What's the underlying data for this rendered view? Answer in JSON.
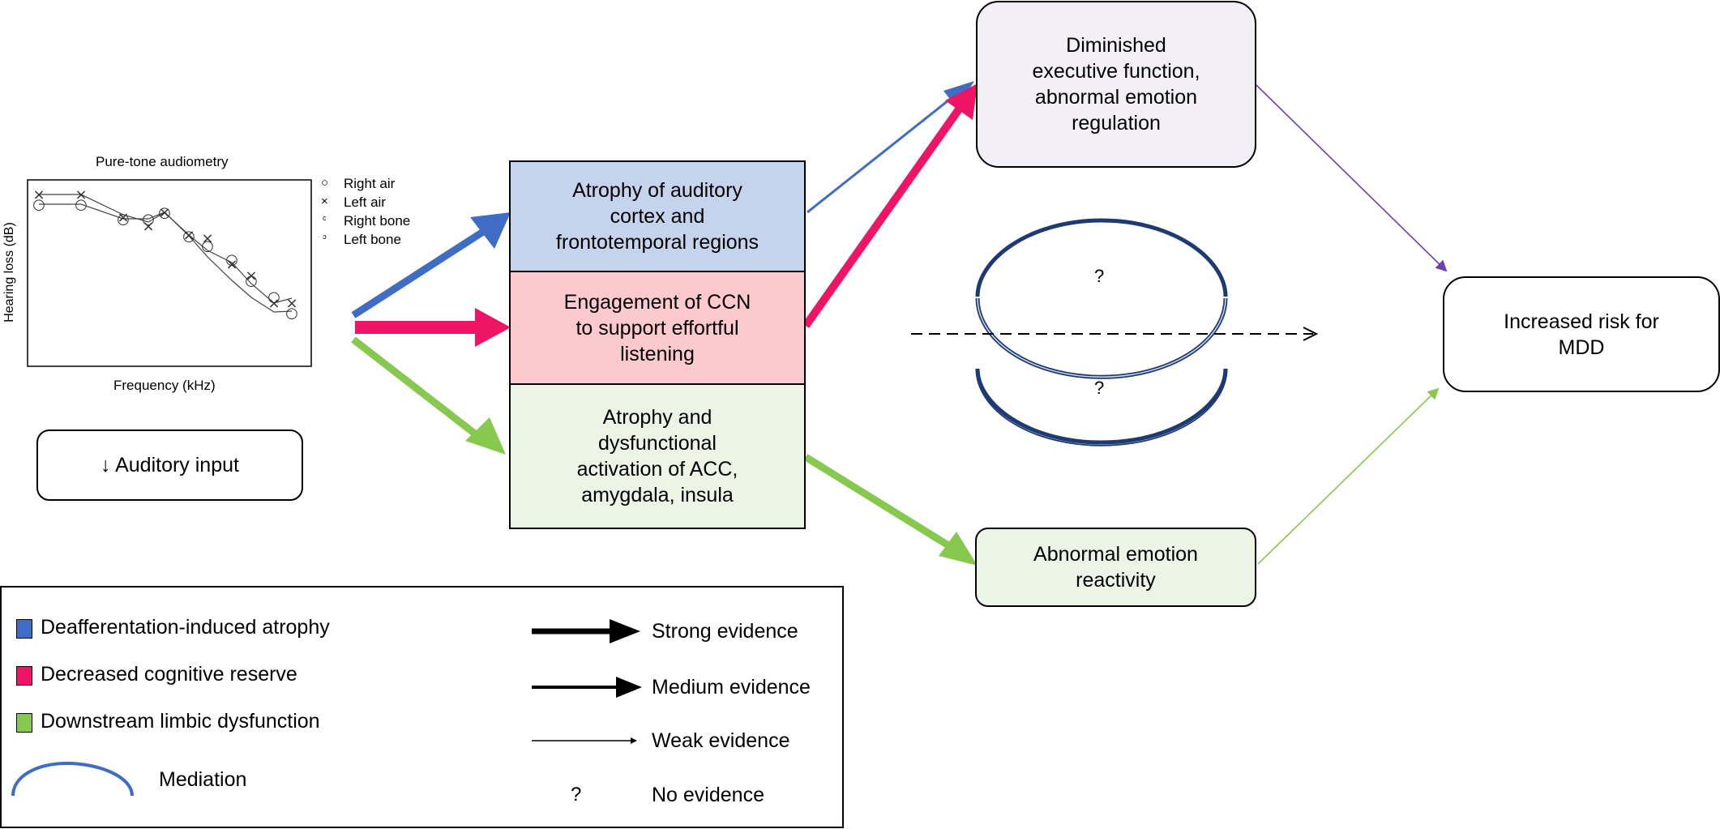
{
  "audiogram": {
    "title": "Pure-tone audiometry",
    "ylabel": "Hearing loss (dB)",
    "xlabel": "Frequency (kHz)",
    "legend": [
      {
        "marker": "○",
        "label": "Right air"
      },
      {
        "marker": "×",
        "label": "Left air"
      },
      {
        "marker": "ᶜ",
        "label": "Right bone"
      },
      {
        "marker": "ᵓ",
        "label": "Left bone"
      }
    ]
  },
  "input_box": {
    "label": "↓ Auditory input"
  },
  "mechanisms": {
    "atrophy": {
      "lines": [
        "Atrophy of auditory",
        "cortex and",
        "frontotemporal regions"
      ],
      "color": "#c5d3ec"
    },
    "ccn": {
      "lines": [
        "Engagement of CCN",
        "to support effortful",
        "listening"
      ],
      "color": "#fcc9cd"
    },
    "limbic": {
      "lines": [
        "Atrophy and",
        "dysfunctional",
        "activation of ACC,",
        "amygdala, insula"
      ],
      "color": "#ecf4e6"
    }
  },
  "outcomes": {
    "executive": {
      "lines": [
        "Diminished",
        "executive function,",
        "abnormal emotion",
        "regulation"
      ],
      "color": "#f3eff7"
    },
    "reactivity": {
      "lines": [
        "Abnormal emotion",
        "reactivity"
      ],
      "color": "#ecf4e6"
    },
    "mdd": {
      "lines": [
        "Increased risk for",
        "MDD"
      ],
      "color": "#ffffff"
    }
  },
  "mediation_marks": [
    "?",
    "?"
  ],
  "legend": {
    "colors": [
      {
        "label": "Deafferentation-induced atrophy",
        "color": "#3f6cc4"
      },
      {
        "label": "Decreased cognitive reserve",
        "color": "#f01467"
      },
      {
        "label": "Downstream limbic dysfunction",
        "color": "#87c84f"
      }
    ],
    "mediation_label": "Mediation",
    "evidence": [
      {
        "label": "Strong evidence"
      },
      {
        "label": "Medium evidence"
      },
      {
        "label": "Weak evidence"
      },
      {
        "symbol": "?",
        "label": "No evidence"
      }
    ]
  },
  "colors": {
    "blue": "#3f6cc4",
    "pink": "#f01467",
    "green": "#87c84f",
    "purple": "#6b3fb0",
    "mediation": "#1f3a73"
  }
}
